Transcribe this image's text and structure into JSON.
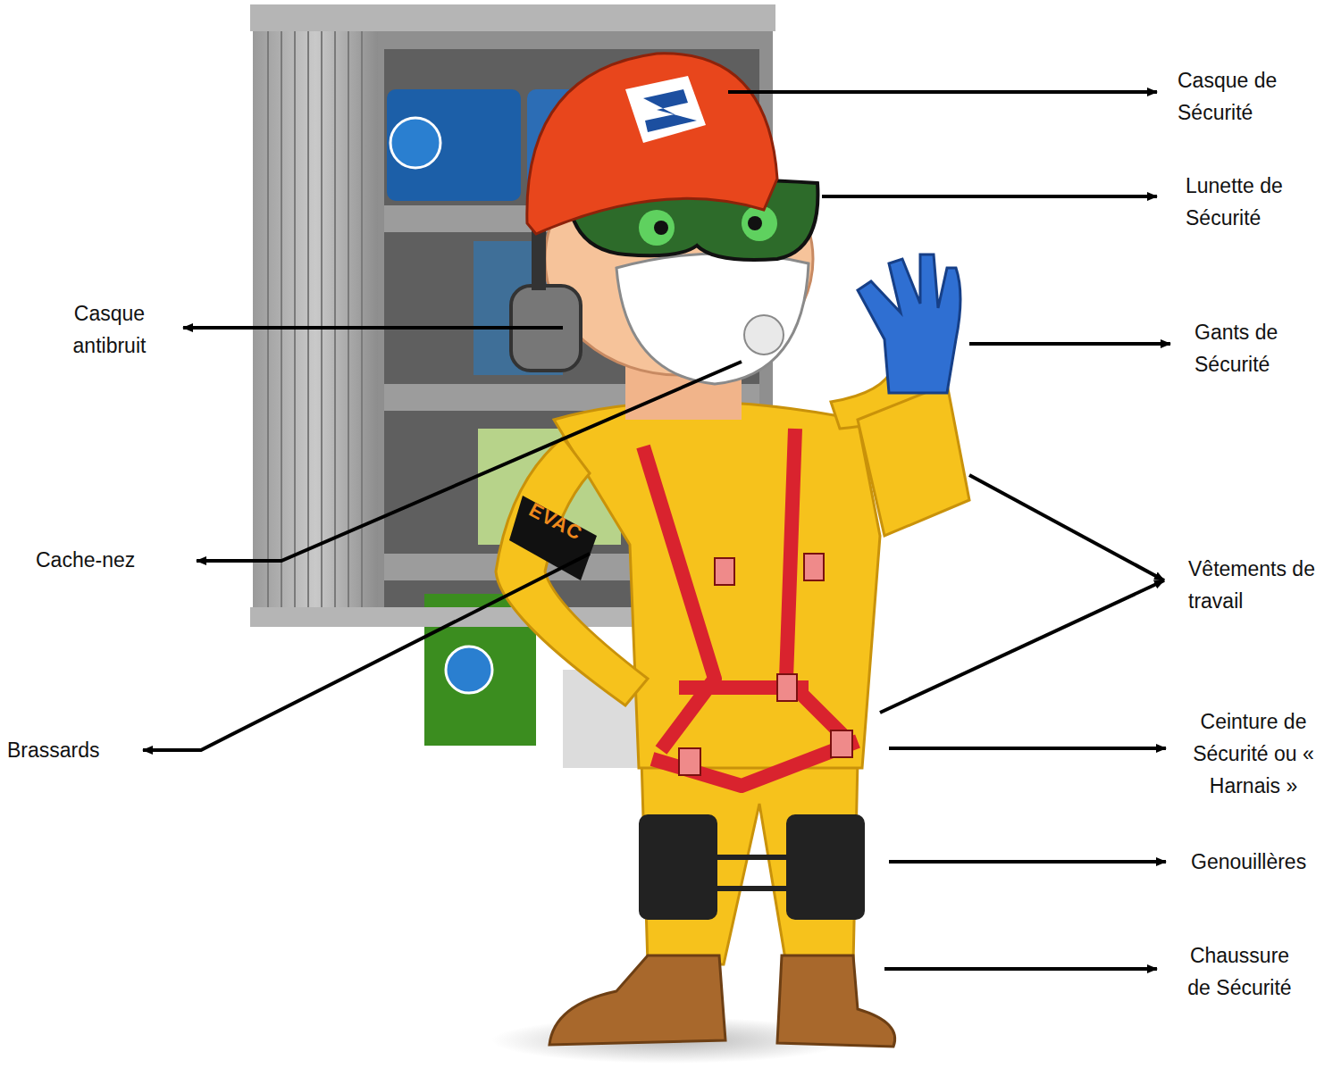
{
  "diagram": {
    "labels": [
      "Casque de Sécurité",
      "Lunette de Sécurité",
      "Casque antibruit",
      "Gants de Sécurité",
      "Cache-nez",
      "Vêtements de travail",
      "Brassards",
      "Ceinture de Sécurité ou « Harnais »",
      "Genouillères",
      "Chaussure de Sécurité",
      "EVAC"
    ]
  }
}
